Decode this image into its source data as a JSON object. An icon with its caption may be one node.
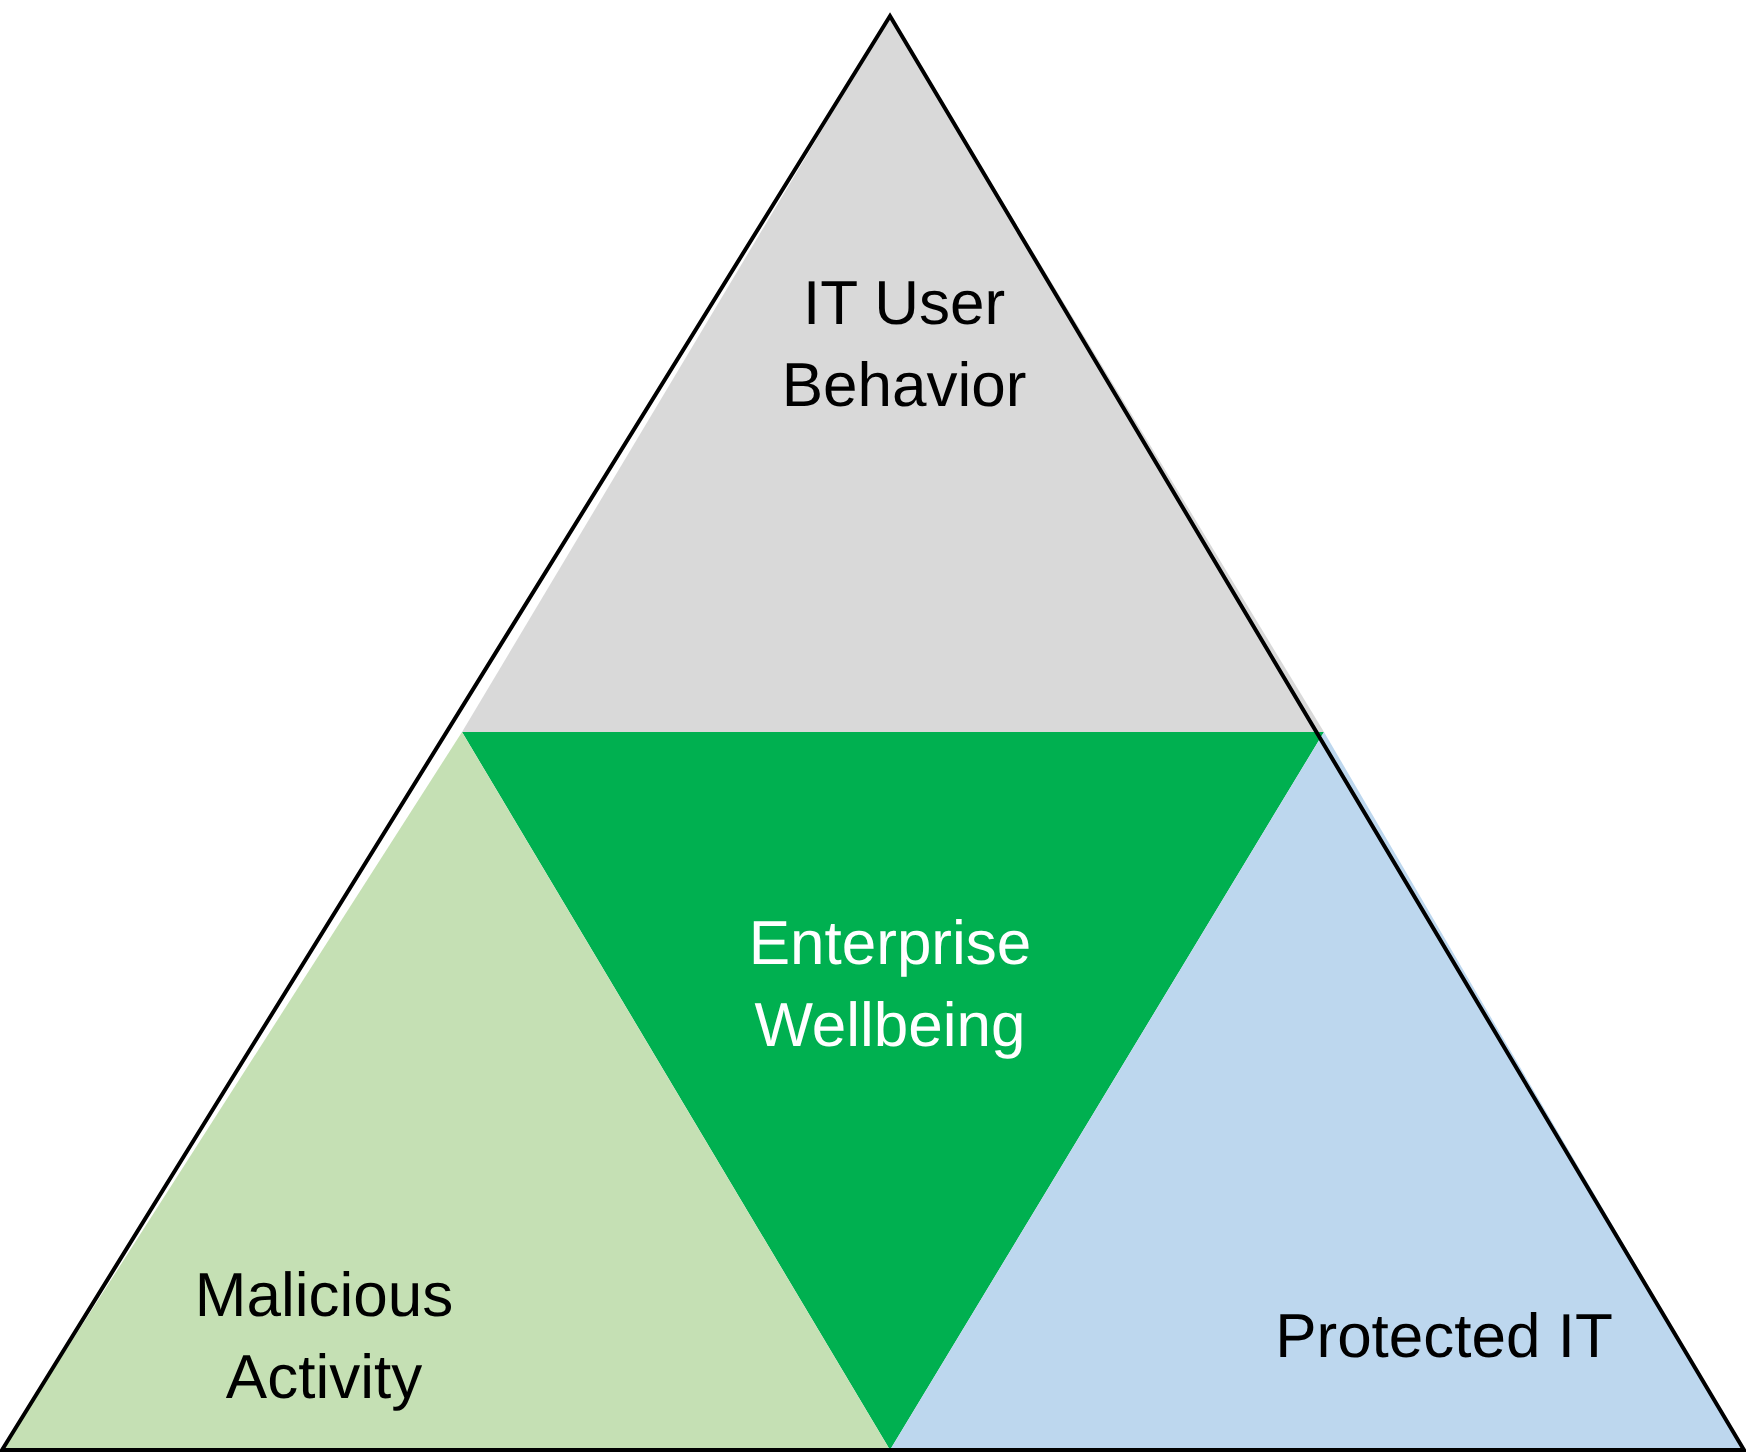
{
  "diagram": {
    "nodes": [
      {
        "text": [
          "IT User Behavior"
        ]
      },
      {
        "text": [
          "Enterprise Wellbeing"
        ]
      },
      {
        "text": [
          "Malicious Activity"
        ]
      },
      {
        "text": [
          "Protected IT"
        ]
      }
    ]
  }
}
